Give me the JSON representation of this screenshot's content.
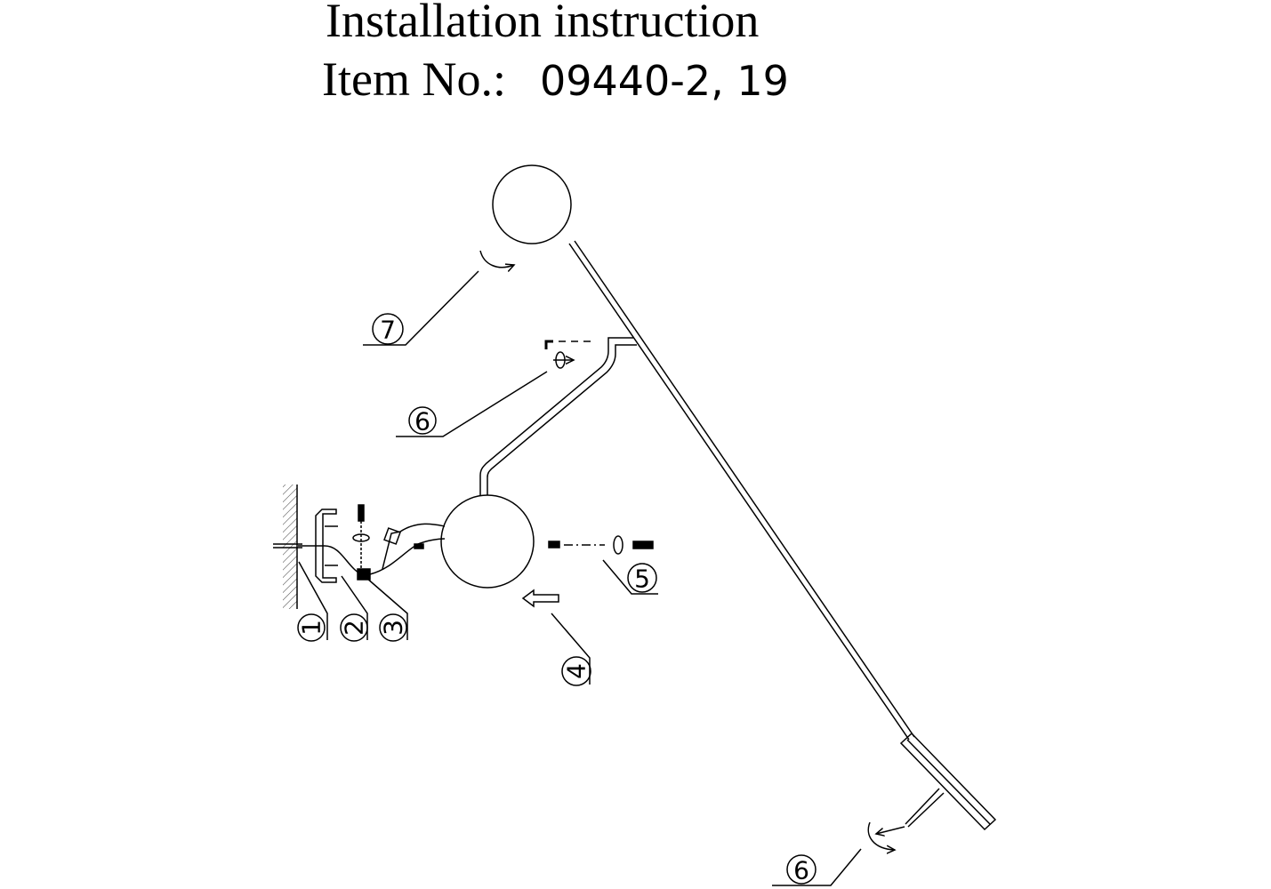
{
  "header": {
    "title": "Installation instruction",
    "item_label": "Item No.:",
    "item_number": "09440-2, 19"
  },
  "callouts": [
    {
      "id": "1",
      "label": "1"
    },
    {
      "id": "2",
      "label": "2"
    },
    {
      "id": "3",
      "label": "3"
    },
    {
      "id": "4",
      "label": "4"
    },
    {
      "id": "5",
      "label": "5"
    },
    {
      "id": "6a",
      "label": "6"
    },
    {
      "id": "6b",
      "label": "6"
    },
    {
      "id": "7",
      "label": "7"
    }
  ],
  "colors": {
    "ink": "#000000",
    "background": "#ffffff"
  }
}
